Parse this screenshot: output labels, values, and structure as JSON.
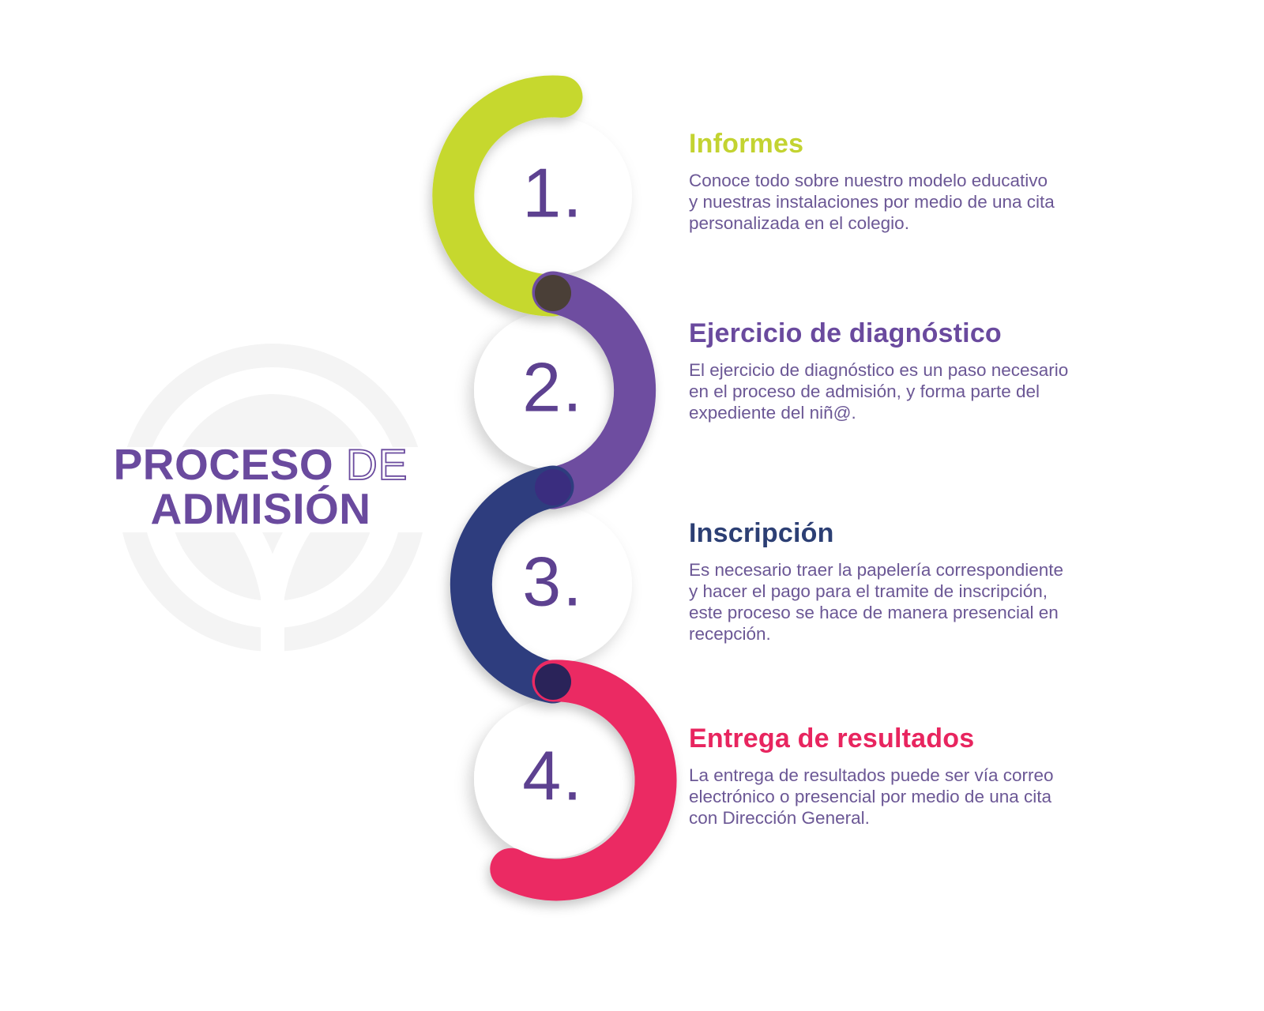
{
  "title": {
    "line1_main": "PROCESO",
    "line1_outline": "DE",
    "line2": "ADMISIÓN"
  },
  "steps": [
    {
      "number": "1.",
      "heading": "Informes",
      "body": "Conoce todo sobre nuestro modelo educativo\ny nuestras  instalaciones por medio de una cita\npersonalizada en el colegio.",
      "accent_color": "#c3d331",
      "arc_color": "#c6d82f",
      "arc_side": "left"
    },
    {
      "number": "2.",
      "heading": "Ejercicio de diagnóstico",
      "body": "El ejercicio de diagnóstico es un paso necesario\nen el proceso de admisión, y forma parte del\nexpediente del niñ@.",
      "accent_color": "#6a4a9e",
      "arc_color": "#6e4da0",
      "arc_side": "right"
    },
    {
      "number": "3.",
      "heading": "Inscripción",
      "body": "Es necesario traer la papelería correspondiente\ny hacer el pago para el tramite de inscripción,\neste proceso se hace de manera presencial en\nrecepción.",
      "accent_color": "#2c3f74",
      "arc_color": "#2d3e7e",
      "arc_side": "left"
    },
    {
      "number": "4.",
      "heading": "Entrega de resultados",
      "body": "La entrega de resultados puede ser vía correo\nelectrónico o presencial por medio de una cita\ncon Dirección General.",
      "accent_color": "#e8255f",
      "arc_color": "#eb2a63",
      "arc_side": "right"
    }
  ],
  "colors": {
    "title_text": "#6a4a9e",
    "body_text": "#6b5795",
    "number_text": "#5d4190",
    "junction_dot_1": "#4a3f37",
    "junction_dot_2": "#3a2d7f",
    "junction_dot_3": "#2a2359",
    "watermark_gray": "#f4f4f4",
    "background": "#ffffff"
  },
  "icons": {
    "watermark": "school-logo-watermark-icon"
  }
}
